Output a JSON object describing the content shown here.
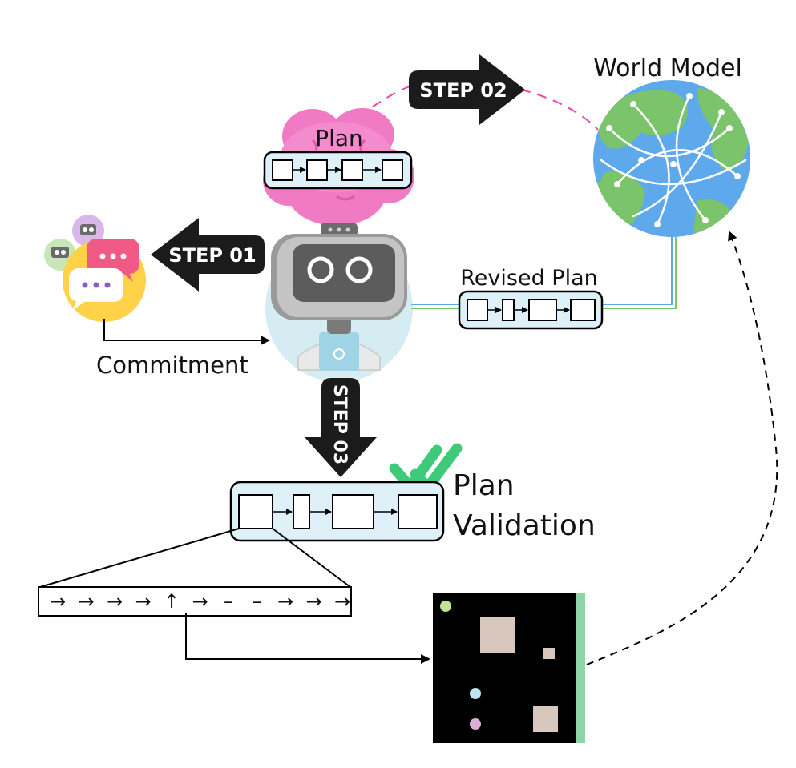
{
  "labels": {
    "world_model": "World Model",
    "plan": "Plan",
    "revised_plan": "Revised Plan",
    "commitment": "Commitment",
    "plan_validation_line1": "Plan",
    "plan_validation_line2": "Validation"
  },
  "steps": {
    "step01": "STEP 01",
    "step02": "STEP 02",
    "step03": "STEP 03"
  },
  "action_sequence": [
    "→",
    "→",
    "→",
    "→",
    "↑",
    "→",
    "–",
    "–",
    "→",
    "→",
    "→"
  ],
  "icons": {
    "robot": "robot-icon",
    "globe": "globe-icon",
    "brain": "brain-cloud-icon",
    "chat": "chat-bubbles-icon",
    "check": "double-check-icon"
  },
  "colors": {
    "plan_box_fill": "#dff1f8",
    "brain_pink": "#f07ac4",
    "dashed_pink": "#e84ba6",
    "check_green": "#3fca7a",
    "globe_blue": "#5ea8ec",
    "globe_green": "#7cc46b",
    "step_arrow": "#1b1b1b"
  }
}
